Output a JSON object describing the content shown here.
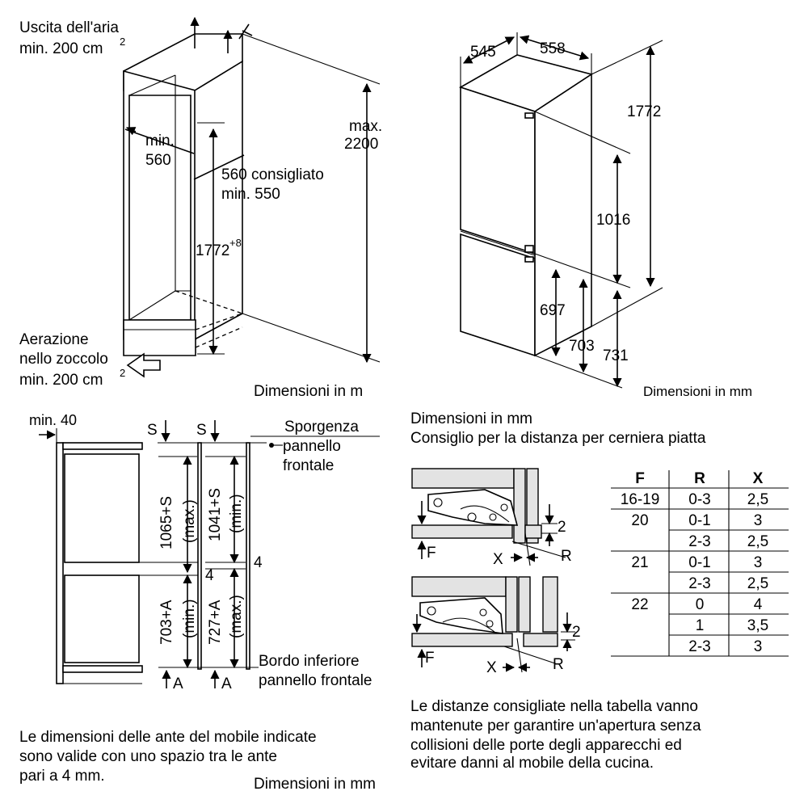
{
  "panel1": {
    "air_out_l1": "Uscita dell'aria",
    "air_out_l2": "min. 200 cm",
    "air_out_sup": "2",
    "min560_l1": "min.",
    "min560_l2": "560",
    "rec_l1": "560 consigliato",
    "rec_l2": "min. 550",
    "height": "1772",
    "height_tol": "+8",
    "max_l1": "max.",
    "max_l2": "2200",
    "aer_l1": "Aerazione",
    "aer_l2": "nello zoccolo",
    "aer_l3": "min. 200 cm",
    "aer_sup": "2",
    "units": "Dimensioni in m"
  },
  "panel2": {
    "w1": "545",
    "w2": "558",
    "h_total": "1772",
    "h_upper": "1016",
    "h_697": "697",
    "h_703": "703",
    "h_731": "731",
    "units": "Dimensioni in mm"
  },
  "panel3": {
    "min40": "min. 40",
    "s1": "S",
    "s2": "S",
    "sporg_l1": "Sporgenza",
    "sporg_l2": "pannello",
    "sporg_l3": "frontale",
    "d1065": "1065+S",
    "d1065_sub": "(max.)",
    "d1041": "1041+S",
    "d1041_sub": "(min.)",
    "four_a": "4",
    "four_b": "4",
    "d703": "703+A",
    "d703_sub": "(min.)",
    "d727": "727+A",
    "d727_sub": "(max.)",
    "bordo_l1": "Bordo inferiore",
    "bordo_l2": "pannello frontale",
    "a1": "A",
    "a2": "A",
    "note_l1": "Le dimensioni delle ante del mobile indicate",
    "note_l2": "sono valide con uno spazio tra le ante",
    "note_l3": "pari a 4 mm.",
    "units": "Dimensioni in mm"
  },
  "panel4": {
    "title_l1": "Dimensioni in mm",
    "title_l2": "Consiglio per la distanza per cerniera piatta",
    "f_top": "F",
    "x_top": "X",
    "r_top": "R",
    "two_top": "2",
    "f_bot": "F",
    "x_bot": "X",
    "r_bot": "R",
    "two_bot": "2",
    "table": {
      "headers": [
        "F",
        "R",
        "X"
      ],
      "rows": [
        [
          "16-19",
          "0-3",
          "2,5"
        ],
        [
          "20",
          "0-1",
          "3"
        ],
        [
          "",
          "2-3",
          "2,5"
        ],
        [
          "21",
          "0-1",
          "3"
        ],
        [
          "",
          "2-3",
          "2,5"
        ],
        [
          "22",
          "0",
          "4"
        ],
        [
          "",
          "1",
          "3,5"
        ],
        [
          "",
          "2-3",
          "3"
        ]
      ]
    },
    "note_l1": "Le distanze consigliate nella tabella vanno",
    "note_l2": "mantenute per garantire un'apertura senza",
    "note_l3": "collisioni delle porte degli apparecchi ed",
    "note_l4": "evitare danni al mobile della cucina."
  }
}
